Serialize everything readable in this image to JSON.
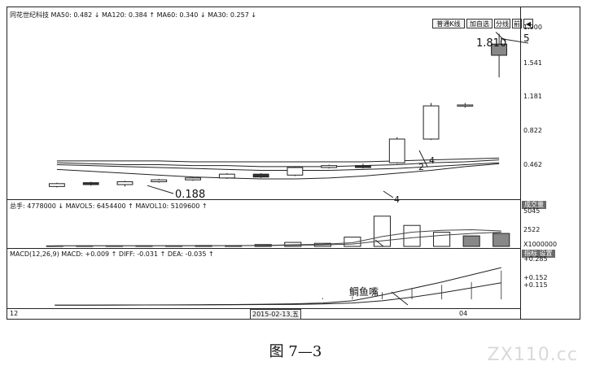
{
  "toolbar": {
    "header_text": "同花世纪科技 MA50: 0.482 ↓  MA120: 0.384 ↑  MA60: 0.340 ↓  MA30: 0.257 ↓",
    "buttons": [
      "普通K线",
      "加自选",
      "分线",
      "前",
      "◀"
    ]
  },
  "volume_panel": {
    "header_text": "总手: 4778000 ↓  MAVOL5: 6454400 ↑  MAVOL10: 5109600 ↑",
    "tab_label": "成交量"
  },
  "macd_panel": {
    "header_text": "MACD(12,26,9) MACD: +0.009 ↑  DIFF: -0.031 ↑  DEA: -0.035 ↑",
    "tab_label": "指标 设置"
  },
  "x_axis": {
    "left_label": "12",
    "mid_label": "2015-02-13,五",
    "right_label": "04"
  },
  "annotations": {
    "high_price": "1.810",
    "low_price": "0.188",
    "wave_5": "5",
    "wave_4_upper": "4",
    "wave_2": "2",
    "wave_4_lower": "4",
    "macd_note": "鲷鱼嘴"
  },
  "caption": "图 7—3",
  "watermark": "ZX110.cc",
  "chart_data": [
    {
      "type": "candlestick",
      "y_ticks": [
        "1.900",
        "1.541",
        "1.181",
        "0.822",
        "0.462"
      ],
      "ylim": [
        0.1,
        1.9
      ],
      "candles": [
        {
          "open": 0.2,
          "close": 0.23,
          "high": 0.24,
          "low": 0.19
        },
        {
          "open": 0.24,
          "close": 0.22,
          "high": 0.25,
          "low": 0.21
        },
        {
          "open": 0.22,
          "close": 0.25,
          "high": 0.26,
          "low": 0.2
        },
        {
          "open": 0.25,
          "close": 0.27,
          "high": 0.28,
          "low": 0.24
        },
        {
          "open": 0.27,
          "close": 0.29,
          "high": 0.3,
          "low": 0.26
        },
        {
          "open": 0.29,
          "close": 0.33,
          "high": 0.34,
          "low": 0.28
        },
        {
          "open": 0.33,
          "close": 0.3,
          "high": 0.34,
          "low": 0.29
        },
        {
          "open": 0.32,
          "close": 0.4,
          "high": 0.41,
          "low": 0.31
        },
        {
          "open": 0.4,
          "close": 0.42,
          "high": 0.43,
          "low": 0.39
        },
        {
          "open": 0.42,
          "close": 0.4,
          "high": 0.44,
          "low": 0.39
        },
        {
          "open": 0.45,
          "close": 0.7,
          "high": 0.72,
          "low": 0.44
        },
        {
          "open": 0.7,
          "close": 1.05,
          "high": 1.08,
          "low": 0.69
        },
        {
          "open": 1.05,
          "close": 1.06,
          "high": 1.08,
          "low": 1.03
        },
        {
          "open": 1.6,
          "close": 1.7,
          "high": 1.81,
          "low": 1.35
        }
      ],
      "ma_series": [
        {
          "values": [
            0.47,
            0.47,
            0.47,
            0.47,
            0.46,
            0.46,
            0.46,
            0.46,
            0.46,
            0.46,
            0.47,
            0.48,
            0.49,
            0.5
          ]
        },
        {
          "values": [
            0.45,
            0.44,
            0.43,
            0.43,
            0.42,
            0.42,
            0.41,
            0.41,
            0.41,
            0.42,
            0.43,
            0.45,
            0.46,
            0.48
          ]
        },
        {
          "values": [
            0.43,
            0.42,
            0.41,
            0.4,
            0.39,
            0.38,
            0.37,
            0.37,
            0.37,
            0.38,
            0.39,
            0.41,
            0.43,
            0.45
          ]
        },
        {
          "values": [
            0.38,
            0.36,
            0.34,
            0.32,
            0.3,
            0.29,
            0.28,
            0.28,
            0.29,
            0.31,
            0.34,
            0.37,
            0.41,
            0.44
          ]
        }
      ]
    },
    {
      "type": "bar",
      "y_ticks": [
        "5045",
        "2522",
        "X1000000"
      ],
      "ylim": [
        0,
        5800
      ],
      "values": [
        80,
        90,
        100,
        120,
        110,
        150,
        140,
        300,
        650,
        500,
        1500,
        4900,
        3400,
        2300,
        1700,
        2100
      ],
      "ma_series": [
        {
          "values": [
            90,
            95,
            100,
            105,
            110,
            120,
            130,
            170,
            260,
            350,
            600,
            1600,
            2300,
            2600,
            2700,
            2500
          ]
        },
        {
          "values": [
            100,
            100,
            100,
            100,
            100,
            105,
            110,
            130,
            180,
            240,
            380,
            900,
            1400,
            1800,
            2100,
            2300
          ]
        }
      ]
    },
    {
      "type": "line",
      "y_ticks": [
        "+0.285",
        "+0.152",
        "+0.115"
      ],
      "ylim": [
        -0.05,
        0.3
      ],
      "series": [
        {
          "values": [
            -0.04,
            -0.04,
            -0.039,
            -0.039,
            -0.038,
            -0.037,
            -0.036,
            -0.034,
            -0.031,
            -0.025,
            -0.01,
            0.03,
            0.075,
            0.12,
            0.17,
            0.22
          ]
        },
        {
          "values": [
            -0.04,
            -0.04,
            -0.04,
            -0.039,
            -0.039,
            -0.038,
            -0.037,
            -0.036,
            -0.035,
            -0.032,
            -0.025,
            -0.01,
            0.015,
            0.045,
            0.08,
            0.115
          ]
        }
      ],
      "histogram": [
        0,
        0,
        0,
        0,
        0,
        0,
        0,
        0,
        0,
        0.01,
        0.02,
        0.05,
        0.08,
        0.1,
        0.12,
        0.2
      ]
    }
  ]
}
